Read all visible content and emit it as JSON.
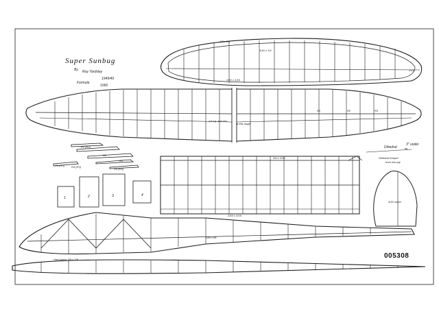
{
  "title_block": {
    "title": "Super Sunbug",
    "by": "By",
    "designer": "Roy Yardsley",
    "year": "1949/49",
    "formula_label": "Formula",
    "formula_value": "1066"
  },
  "plan_number": "005308",
  "annotations": {
    "tail_spar_top": "1/8 x 1/8",
    "tail_le": "3/16 x 1/4",
    "tail_te": "3/16 x 1/16",
    "tail_tip": "1/16",
    "wing_center_angle_1": "1/4 sq. and ribs",
    "wing_center_angle_2": "at this angle",
    "wing_rib_b1": "R1",
    "wing_rib_b2": "R2",
    "wing_rib_b3": "R3",
    "rib_a": "R1 (R2)",
    "rib_b": "R2",
    "rib_c": "R3",
    "rib_d": "R3 (R3)",
    "rib_e": "R4 (R3)",
    "rib_f": "R5 (R5)",
    "dihedral_1_label": "Dihedral",
    "dihedral_1_value": "3\" under",
    "dihedral_1_tip": "tip",
    "dihedral_2_label": "Dihedral Keeper",
    "dihedral_2_sub": "from thin ply",
    "centre_wing_spar": "3/4 x 1/16",
    "centre_wing_te": "3/16 x 3/16",
    "fin_note": "3/32 sheet",
    "fuselage_note": "1/8 x 1/8",
    "hard_balsa": "Hard balsa 3/8 x 1/8",
    "former_1": "1",
    "former_2": "2",
    "former_3": "3",
    "former_4": "4"
  }
}
